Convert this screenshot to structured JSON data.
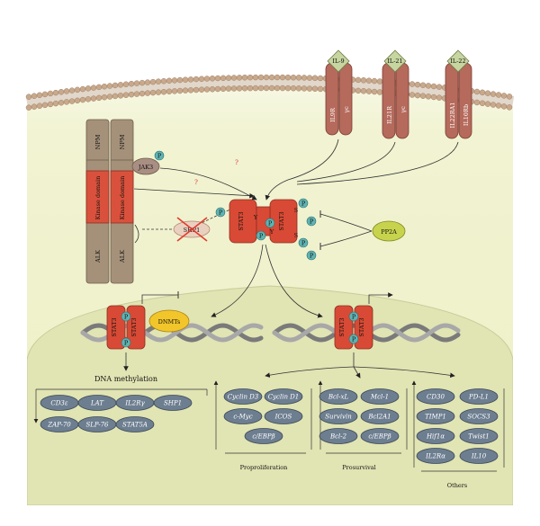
{
  "colors": {
    "cytoplasm": "#eef0c6",
    "nucleus": "#e0e3b0",
    "membrane_head": "#c9a98c",
    "npm_alk": "#a5917a",
    "kinase": "#d9513c",
    "stat3": "#d84a35",
    "receptor": "#b56a5c",
    "phospho": "#5fb3b3",
    "ellipse": "#6d7e90",
    "jak3": "#a98f83",
    "pp2a": "#c7d34c",
    "dnmt": "#f2c62a",
    "shp1_cross": "#e23b2f"
  },
  "receptors": {
    "il9": {
      "ligand": "IL-9",
      "chain_a": "IL9R",
      "chain_b": "γc"
    },
    "il21": {
      "ligand": "IL-21",
      "chain_a": "IL21R",
      "chain_b": "γc"
    },
    "il22": {
      "ligand": "IL-22",
      "chain_a": "IL22RA1",
      "chain_b": "IL10Rb"
    }
  },
  "npm_alk": {
    "npm": "NPM",
    "kinase": "Kinase domain",
    "alk": "ALK"
  },
  "jak3": "JAK3",
  "shp1": "SHP1",
  "pp2a": "PP2A",
  "dnmts": "DNMTs",
  "stat3": "STAT3",
  "phospho": "P",
  "residue_y": "Y",
  "residue_s": "S",
  "unknown_mark": "?",
  "dna_methylation": "DNA methylation",
  "repressed_genes": [
    "CD3ε",
    "LAT",
    "IL2Rγ",
    "SHP1",
    "ZAP-70",
    "SLP-76",
    "STAT5A"
  ],
  "groups": [
    {
      "name": "Proproliferation",
      "genes": [
        "Cyclin D3",
        "Cyclin D1",
        "c-Myc",
        "ICOS",
        "c/EBPβ"
      ]
    },
    {
      "name": "Prosurvival",
      "genes": [
        "Bcl-xL",
        "Mcl-1",
        "Survivin",
        "Bcl2A1",
        "Bcl-2",
        "c/EBPβ"
      ]
    },
    {
      "name": "Others",
      "genes": [
        "CD30",
        "PD-L1",
        "TIMP1",
        "SOCS3",
        "Hif1α",
        "Twist1",
        "IL2Rα",
        "IL10"
      ]
    }
  ]
}
